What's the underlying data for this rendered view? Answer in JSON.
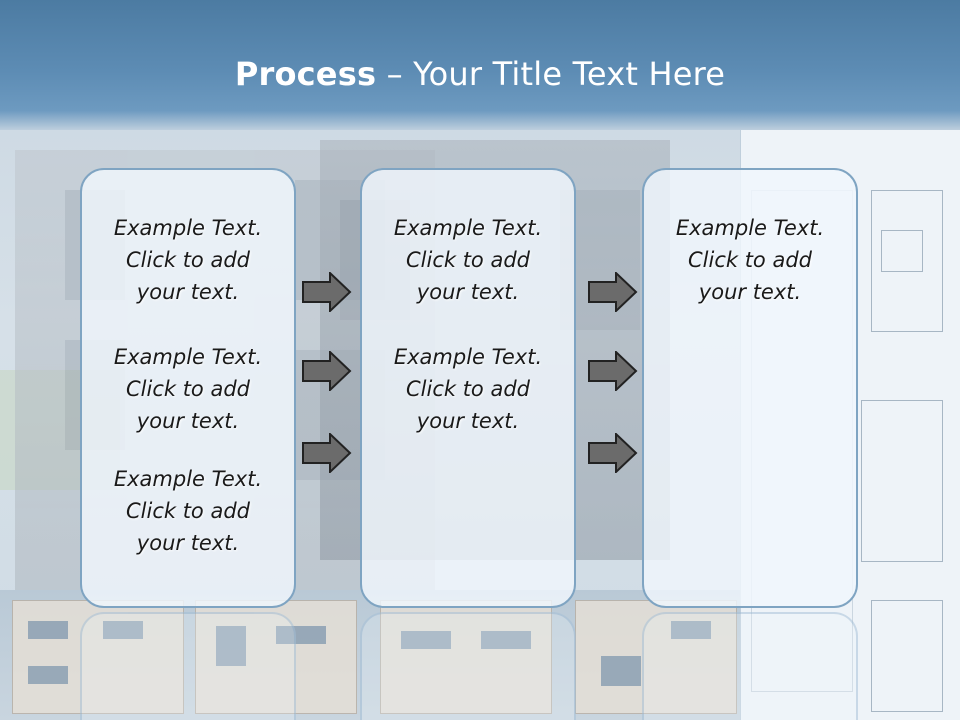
{
  "header": {
    "title_bold": "Process",
    "title_rest": " – Your Title Text Here"
  },
  "panels": [
    {
      "items": [
        {
          "line1": "Example Text.",
          "line2": "Click  to add",
          "line3": "your text."
        },
        {
          "line1": "Example Text.",
          "line2": "Click  to add",
          "line3": "your text."
        },
        {
          "line1": "Example Text.",
          "line2": "Click  to add",
          "line3": "your text."
        }
      ]
    },
    {
      "items": [
        {
          "line1": "Example Text.",
          "line2": "Click  to add",
          "line3": "your text."
        },
        {
          "line1": "Example Text.",
          "line2": "Click  to add",
          "line3": "your text."
        }
      ]
    },
    {
      "items": [
        {
          "line1": "Example Text.",
          "line2": "Click  to add",
          "line3": "your text."
        }
      ]
    }
  ],
  "colors": {
    "header": "#5d8cb4",
    "panel_border": "#7fa4c2",
    "arrow_fill": "#6b6b6b"
  },
  "icons": [
    "right-arrow-icon"
  ]
}
